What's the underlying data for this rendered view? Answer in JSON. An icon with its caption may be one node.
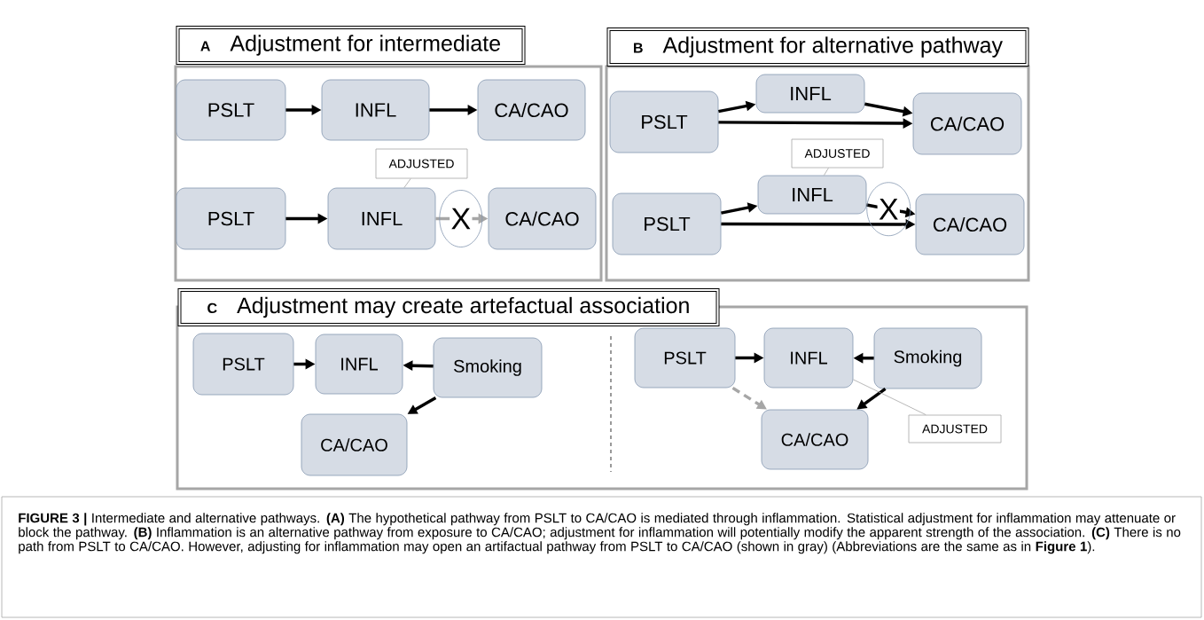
{
  "diagram": {
    "caption": "**FIGURE 3 |** Intermediate and alternative pathways. **(A)** The hypothetical pathway from PSLT to CA/CAO is mediated through inflammation. Statistical adjustment for inflammation may attenuate or block the pathway. **(B)** Inflammation is an alternative pathway from exposure to CA/CAO; adjustment for inflammation will potentially modify the apparent strength of the association. **(C)** There is no path from PSLT to CA/CAO. However, adjusting for inflammation may open an artifactual pathway from PSLT to CA/CAO (shown in gray) (Abbreviations are the same as in **Figure 1**).",
    "nodes": [
      {
        "text": [
          "A",
          "Adjustment for intermediate"
        ]
      },
      {
        "text": [
          "PSLT"
        ],
        "in": 0
      },
      {
        "text": [
          "INFL"
        ],
        "in": 0
      },
      {
        "text": [
          "CA/CAO"
        ],
        "in": 0
      },
      {
        "text": [
          "PSLT"
        ],
        "in": 0
      },
      {
        "text": [
          "INFL"
        ],
        "in": 0
      },
      {
        "text": [
          "CA/CAO"
        ],
        "in": 0
      },
      {
        "text": [
          "ADJUSTED"
        ],
        "in": 0
      },
      {
        "text": [
          "B",
          "Adjustment for alternative pathway"
        ]
      },
      {
        "text": [
          "PSLT"
        ],
        "in": 8
      },
      {
        "text": [
          "INFL"
        ],
        "in": 8
      },
      {
        "text": [
          "CA/CAO"
        ],
        "in": 8
      },
      {
        "text": [
          "PSLT"
        ],
        "in": 8
      },
      {
        "text": [
          "INFL"
        ],
        "in": 8
      },
      {
        "text": [
          "CA/CAO"
        ],
        "in": 8
      },
      {
        "text": [
          "ADJUSTED"
        ],
        "in": 8
      },
      {
        "text": [
          "C",
          "Adjustment may create artefactual association"
        ]
      },
      {
        "text": [
          "PSLT"
        ],
        "in": 16
      },
      {
        "text": [
          "INFL"
        ],
        "in": 16
      },
      {
        "text": [
          "Smoking"
        ],
        "in": 16
      },
      {
        "text": [
          "CA/CAO"
        ],
        "in": 16
      },
      {
        "text": [
          "PSLT"
        ],
        "in": 16
      },
      {
        "text": [
          "INFL"
        ],
        "in": 16
      },
      {
        "text": [
          "Smoking"
        ],
        "in": 16
      },
      {
        "text": [
          "CA/CAO"
        ],
        "in": 16
      },
      {
        "text": [
          "ADJUSTED"
        ],
        "in": 16
      }
    ],
    "edges": [
      {
        "from": 1,
        "to": 2,
        "arrow": "to"
      },
      {
        "from": 2,
        "to": 3,
        "arrow": "to"
      },
      {
        "from": 4,
        "to": 5,
        "arrow": "to"
      },
      {
        "from": 5,
        "to": 6,
        "arrow": "to",
        "label": "X",
        "color": "#a6a6a6"
      },
      {
        "from": 7,
        "to": 5,
        "arrow": "none",
        "color": "#a6a6a6"
      },
      {
        "from": 9,
        "to": 10,
        "arrow": "to"
      },
      {
        "from": 10,
        "to": 11,
        "arrow": "to"
      },
      {
        "from": 9,
        "to": 11,
        "arrow": "to"
      },
      {
        "from": 12,
        "to": 13,
        "arrow": "to"
      },
      {
        "from": 13,
        "to": 14,
        "arrow": "to",
        "label": "X"
      },
      {
        "from": 12,
        "to": 14,
        "arrow": "to"
      },
      {
        "from": 15,
        "to": 13,
        "arrow": "none",
        "color": "#a6a6a6"
      },
      {
        "from": 17,
        "to": 18,
        "arrow": "to"
      },
      {
        "from": 19,
        "to": 18,
        "arrow": "to"
      },
      {
        "from": 19,
        "to": 20,
        "arrow": "to"
      },
      {
        "from": 21,
        "to": 22,
        "arrow": "to"
      },
      {
        "from": 23,
        "to": 22,
        "arrow": "to"
      },
      {
        "from": 23,
        "to": 24,
        "arrow": "to"
      },
      {
        "from": 21,
        "to": 24,
        "arrow": "to",
        "style": "dashed",
        "color": "#a6a6a6"
      },
      {
        "from": 25,
        "to": 22,
        "arrow": "none",
        "color": "#a6a6a6"
      }
    ]
  }
}
